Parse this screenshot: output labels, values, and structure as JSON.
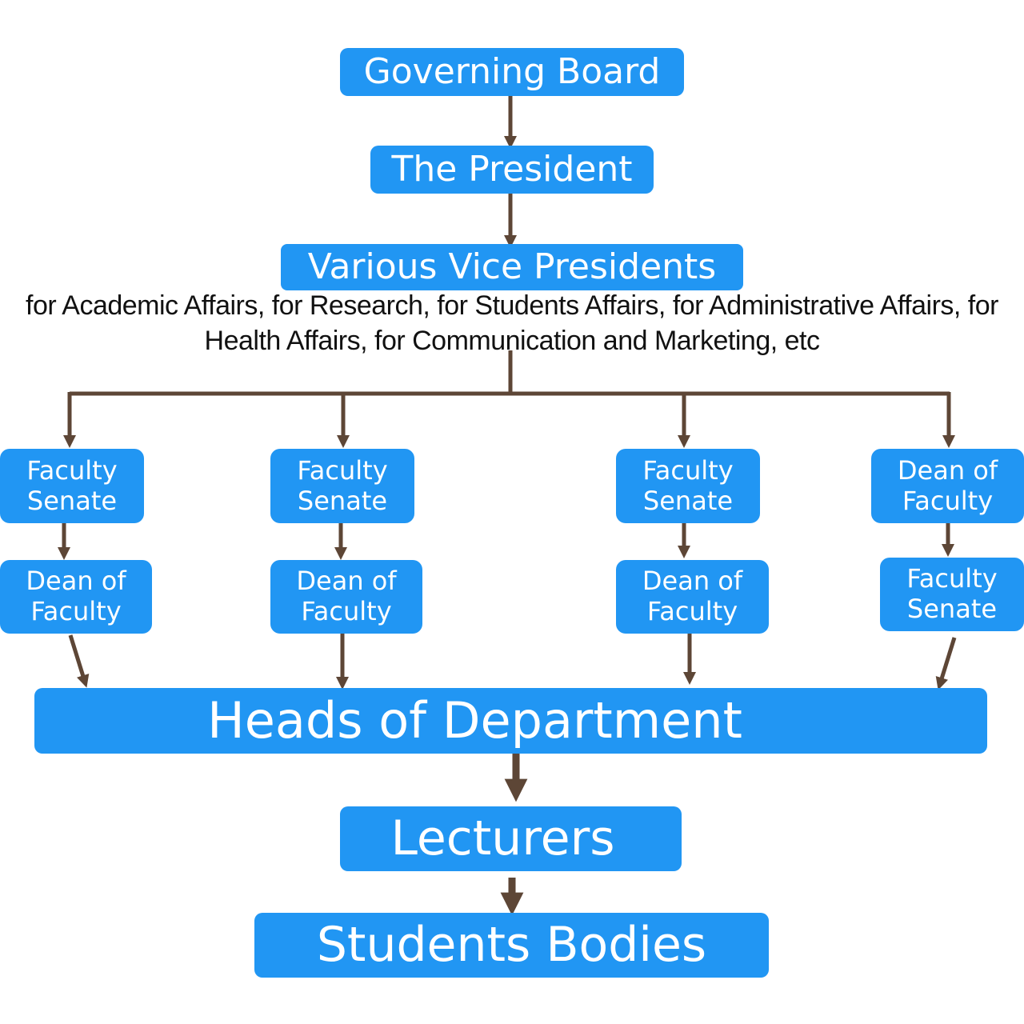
{
  "diagram": {
    "type": "org-chart",
    "colors": {
      "node_fill": "#2196F3",
      "node_text": "#FFFFFF",
      "connector": "#5D4636",
      "description_text": "#111111"
    },
    "nodes": {
      "governing_board": "Governing Board",
      "president": "The President",
      "vice_presidents": "Various Vice Presidents",
      "vice_presidents_description": "for Academic Affairs, for Research, for Students Affairs, for Administrative Affairs, for Health Affairs, for Communication and Marketing, etc",
      "branches": [
        {
          "top": [
            "Faculty",
            "Senate"
          ],
          "bottom": [
            "Dean of",
            "Faculty"
          ]
        },
        {
          "top": [
            "Faculty",
            "Senate"
          ],
          "bottom": [
            "Dean of",
            "Faculty"
          ]
        },
        {
          "top": [
            "Faculty",
            "Senate"
          ],
          "bottom": [
            "Dean of",
            "Faculty"
          ]
        },
        {
          "top": [
            "Dean of",
            "Faculty"
          ],
          "bottom": [
            "Faculty",
            "Senate"
          ]
        }
      ],
      "heads_of_department": "Heads of Department",
      "lecturers": "Lecturers",
      "students_bodies": "Students Bodies"
    },
    "edges": [
      [
        "Governing Board",
        "The President"
      ],
      [
        "The President",
        "Various Vice Presidents"
      ],
      [
        "Various Vice Presidents",
        "Branch 1"
      ],
      [
        "Various Vice Presidents",
        "Branch 2"
      ],
      [
        "Various Vice Presidents",
        "Branch 3"
      ],
      [
        "Various Vice Presidents",
        "Branch 4"
      ],
      [
        "Branch top",
        "Branch bottom"
      ],
      [
        "Branch bottom",
        "Heads of Department"
      ],
      [
        "Heads of Department",
        "Lecturers"
      ],
      [
        "Lecturers",
        "Students Bodies"
      ]
    ]
  }
}
